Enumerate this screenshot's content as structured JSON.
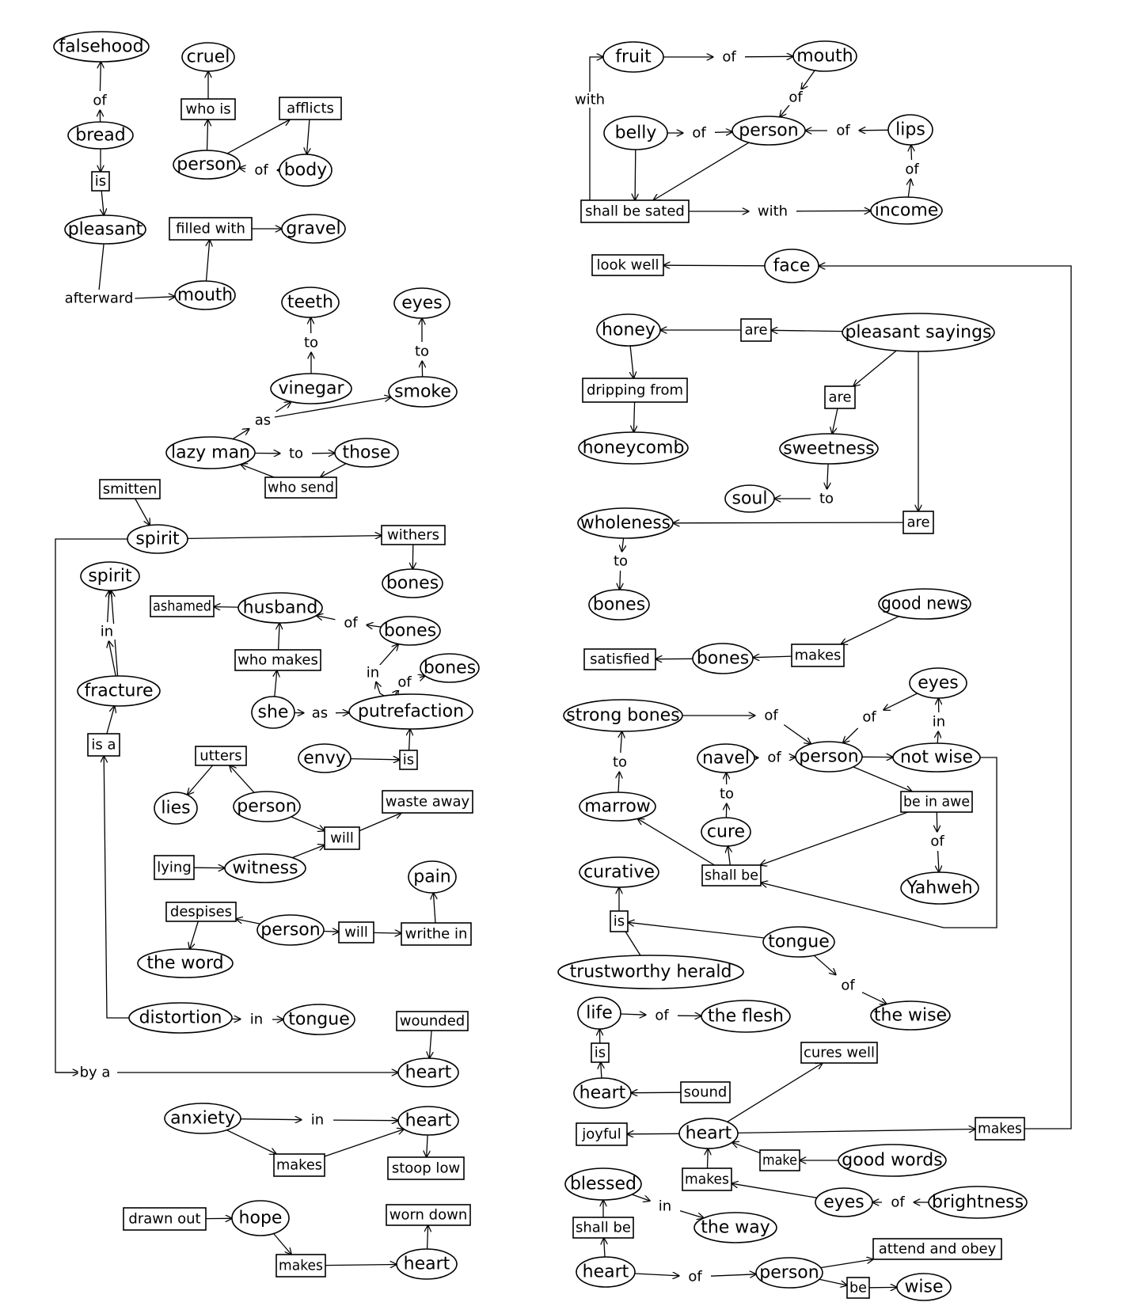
{
  "nodes": {
    "falsehood": {
      "label": "falsehood",
      "type": "ellipse"
    },
    "bread": {
      "label": "bread",
      "type": "ellipse"
    },
    "is_bread": {
      "label": "is",
      "type": "box"
    },
    "pleasant_l": {
      "label": "pleasant",
      "type": "ellipse"
    },
    "afterward": {
      "label": "afterward",
      "type": "label"
    },
    "mouth_l": {
      "label": "mouth",
      "type": "ellipse"
    },
    "filledwith": {
      "label": "filled with",
      "type": "box"
    },
    "gravel": {
      "label": "gravel",
      "type": "ellipse"
    },
    "cruel": {
      "label": "cruel",
      "type": "ellipse"
    },
    "whois": {
      "label": "who is",
      "type": "box"
    },
    "person_c": {
      "label": "person",
      "type": "ellipse"
    },
    "afflicts": {
      "label": "afflicts",
      "type": "box"
    },
    "body": {
      "label": "body",
      "type": "ellipse"
    },
    "teeth": {
      "label": "teeth",
      "type": "ellipse"
    },
    "eyes_l": {
      "label": "eyes",
      "type": "ellipse"
    },
    "vinegar": {
      "label": "vinegar",
      "type": "ellipse"
    },
    "smoke": {
      "label": "smoke",
      "type": "ellipse"
    },
    "lazyman": {
      "label": "lazy man",
      "type": "ellipse"
    },
    "those": {
      "label": "those",
      "type": "ellipse"
    },
    "whosend": {
      "label": "who send",
      "type": "box"
    },
    "smitten": {
      "label": "smitten",
      "type": "box"
    },
    "spirit1": {
      "label": "spirit",
      "type": "ellipse"
    },
    "withers": {
      "label": "withers",
      "type": "box"
    },
    "bones_w": {
      "label": "bones",
      "type": "ellipse"
    },
    "spirit2": {
      "label": "spirit",
      "type": "ellipse"
    },
    "fracture": {
      "label": "fracture",
      "type": "ellipse"
    },
    "isa": {
      "label": "is a",
      "type": "box"
    },
    "ashamed": {
      "label": "ashamed",
      "type": "box"
    },
    "husband": {
      "label": "husband",
      "type": "ellipse"
    },
    "bones_h": {
      "label": "bones",
      "type": "ellipse"
    },
    "whomakes": {
      "label": "who makes",
      "type": "box"
    },
    "bones_p": {
      "label": "bones",
      "type": "ellipse"
    },
    "she": {
      "label": "she",
      "type": "ellipse"
    },
    "putrefaction": {
      "label": "putrefaction",
      "type": "ellipse"
    },
    "envy": {
      "label": "envy",
      "type": "ellipse"
    },
    "is_envy": {
      "label": "is",
      "type": "box"
    },
    "utters": {
      "label": "utters",
      "type": "box"
    },
    "lies": {
      "label": "lies",
      "type": "ellipse"
    },
    "person_u": {
      "label": "person",
      "type": "ellipse"
    },
    "will_w": {
      "label": "will",
      "type": "box"
    },
    "wasteaway": {
      "label": "waste away",
      "type": "box"
    },
    "lying": {
      "label": "lying",
      "type": "box"
    },
    "witness": {
      "label": "witness",
      "type": "ellipse"
    },
    "pain": {
      "label": "pain",
      "type": "ellipse"
    },
    "despises": {
      "label": "despises",
      "type": "box"
    },
    "person_d": {
      "label": "person",
      "type": "ellipse"
    },
    "will_d": {
      "label": "will",
      "type": "box"
    },
    "writhein": {
      "label": "writhe in",
      "type": "box"
    },
    "theword": {
      "label": "the word",
      "type": "ellipse"
    },
    "distortion": {
      "label": "distortion",
      "type": "ellipse"
    },
    "tongue_l": {
      "label": "tongue",
      "type": "ellipse"
    },
    "wounded": {
      "label": "wounded",
      "type": "box"
    },
    "bya": {
      "label": "by a",
      "type": "label"
    },
    "heart_w": {
      "label": "heart",
      "type": "ellipse"
    },
    "anxiety": {
      "label": "anxiety",
      "type": "ellipse"
    },
    "heart_a": {
      "label": "heart",
      "type": "ellipse"
    },
    "makes_a": {
      "label": "makes",
      "type": "box"
    },
    "stooplow": {
      "label": "stoop low",
      "type": "box"
    },
    "drawnout": {
      "label": "drawn out",
      "type": "box"
    },
    "hope": {
      "label": "hope",
      "type": "ellipse"
    },
    "makes_h": {
      "label": "makes",
      "type": "box"
    },
    "heart_h": {
      "label": "heart",
      "type": "ellipse"
    },
    "worndown": {
      "label": "worn down",
      "type": "box"
    },
    "fruit": {
      "label": "fruit",
      "type": "ellipse"
    },
    "mouth_r": {
      "label": "mouth",
      "type": "ellipse"
    },
    "belly": {
      "label": "belly",
      "type": "ellipse"
    },
    "person_r": {
      "label": "person",
      "type": "ellipse"
    },
    "lips": {
      "label": "lips",
      "type": "ellipse"
    },
    "shallbesated": {
      "label": "shall be sated",
      "type": "box"
    },
    "income": {
      "label": "income",
      "type": "ellipse"
    },
    "lookwell": {
      "label": "look well",
      "type": "box"
    },
    "face": {
      "label": "face",
      "type": "ellipse"
    },
    "honey": {
      "label": "honey",
      "type": "ellipse"
    },
    "are_h": {
      "label": "are",
      "type": "box"
    },
    "pleasantsayings": {
      "label": "pleasant sayings",
      "type": "ellipse"
    },
    "drippingfrom": {
      "label": "dripping from",
      "type": "box"
    },
    "honeycomb": {
      "label": "honeycomb",
      "type": "ellipse"
    },
    "are_s": {
      "label": "are",
      "type": "box"
    },
    "sweetness": {
      "label": "sweetness",
      "type": "ellipse"
    },
    "soul": {
      "label": "soul",
      "type": "ellipse"
    },
    "wholeness": {
      "label": "wholeness",
      "type": "ellipse"
    },
    "are_w": {
      "label": "are",
      "type": "box"
    },
    "bones_wh": {
      "label": "bones",
      "type": "ellipse"
    },
    "goodnews": {
      "label": "good news",
      "type": "ellipse"
    },
    "satisfied": {
      "label": "satisfied",
      "type": "box"
    },
    "bones_gn": {
      "label": "bones",
      "type": "ellipse"
    },
    "makes_gn": {
      "label": "makes",
      "type": "box"
    },
    "eyes_r": {
      "label": "eyes",
      "type": "ellipse"
    },
    "strongbones": {
      "label": "strong bones",
      "type": "ellipse"
    },
    "navel": {
      "label": "navel",
      "type": "ellipse"
    },
    "person_n": {
      "label": "person",
      "type": "ellipse"
    },
    "notwise": {
      "label": "not wise",
      "type": "ellipse"
    },
    "beinawe": {
      "label": "be in awe",
      "type": "box"
    },
    "marrow": {
      "label": "marrow",
      "type": "ellipse"
    },
    "cure": {
      "label": "cure",
      "type": "ellipse"
    },
    "yahweh": {
      "label": "Yahweh",
      "type": "ellipse"
    },
    "curative": {
      "label": "curative",
      "type": "ellipse"
    },
    "shallbe_c": {
      "label": "shall be",
      "type": "box"
    },
    "is_cur": {
      "label": "is",
      "type": "box"
    },
    "tongue_r": {
      "label": "tongue",
      "type": "ellipse"
    },
    "trustworthyherald": {
      "label": "trustworthy herald",
      "type": "ellipse"
    },
    "thewise": {
      "label": "the wise",
      "type": "ellipse"
    },
    "life": {
      "label": "life",
      "type": "ellipse"
    },
    "theflesh": {
      "label": "the flesh",
      "type": "ellipse"
    },
    "is_life": {
      "label": "is",
      "type": "box"
    },
    "heart_s": {
      "label": "heart",
      "type": "ellipse"
    },
    "sound": {
      "label": "sound",
      "type": "box"
    },
    "cureswell": {
      "label": "cures well",
      "type": "box"
    },
    "joyful": {
      "label": "joyful",
      "type": "box"
    },
    "heart_j": {
      "label": "heart",
      "type": "ellipse"
    },
    "makes_face": {
      "label": "makes",
      "type": "box"
    },
    "make_gw": {
      "label": "make",
      "type": "box"
    },
    "goodwords": {
      "label": "good words",
      "type": "ellipse"
    },
    "makes_e": {
      "label": "makes",
      "type": "box"
    },
    "eyes_b": {
      "label": "eyes",
      "type": "ellipse"
    },
    "brightness": {
      "label": "brightness",
      "type": "ellipse"
    },
    "blessed": {
      "label": "blessed",
      "type": "ellipse"
    },
    "shallbe_b": {
      "label": "shall be",
      "type": "box"
    },
    "theway": {
      "label": "the way",
      "type": "ellipse"
    },
    "heart_b": {
      "label": "heart",
      "type": "ellipse"
    },
    "person_b": {
      "label": "person",
      "type": "ellipse"
    },
    "attendobey": {
      "label": "attend and obey",
      "type": "box"
    },
    "be": {
      "label": "be",
      "type": "box"
    },
    "wise": {
      "label": "wise",
      "type": "ellipse"
    }
  },
  "edge_labels": {
    "of": "of",
    "in": "in",
    "to": "to",
    "as": "as",
    "with": "with"
  },
  "colors": {
    "line": "#000000",
    "background": "#ffffff"
  }
}
